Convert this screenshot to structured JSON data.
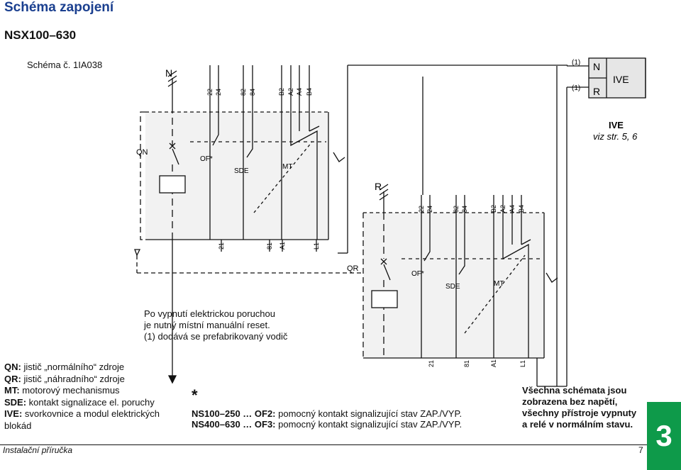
{
  "header": {
    "title": "Schéma zapojení",
    "subtitle": "NSX100–630",
    "scheme_no": "Schéma č. 1IA038"
  },
  "diagram": {
    "top_breaker": {
      "n_label": "N",
      "qn_label": "QN",
      "of_label": "OF*",
      "sde_label": "SDE",
      "mt_label": "MT",
      "top_terminals": [
        "22",
        "24",
        "82",
        "84",
        "B2",
        "A2",
        "A4",
        "B4"
      ],
      "bottom_terminals": [
        "21",
        "81",
        "A1",
        "L1"
      ]
    },
    "bottom_breaker": {
      "r_label": "R",
      "qr_label": "QR",
      "of_label": "OF*",
      "sde_label": "SDE",
      "mt_label": "MT",
      "top_terminals": [
        "22",
        "24",
        "82",
        "84",
        "B2",
        "A2",
        "A4",
        "B4"
      ],
      "bottom_terminals": [
        "21",
        "81",
        "A1",
        "L1"
      ]
    },
    "ive_box": {
      "note1": "(1)",
      "note2": "(1)",
      "n": "N",
      "r": "R",
      "label": "IVE",
      "title": "IVE",
      "ref": "viz str. 5, 6"
    }
  },
  "note": {
    "line1": "Po vypnutí elektrickou poruchou",
    "line2": "je nutný místní manuální reset.",
    "line3": "(1) dodává se prefabrikovaný vodič"
  },
  "legend": [
    {
      "key": "QN:",
      "text": " jistič „normálního“ zdroje"
    },
    {
      "key": "QR:",
      "text": " jistič „náhradního“ zdroje"
    },
    {
      "key": "MT:",
      "text": " motorový mechanismus"
    },
    {
      "key": "SDE:",
      "text": " kontakt signalizace el. poruchy"
    },
    {
      "key": "IVE:",
      "text": " svorkovnice a modul elektrických blokád"
    }
  ],
  "footnote": {
    "star": "*",
    "line1_key": "NS100–250 … OF2:",
    "line1_text": " pomocný kontakt signalizující stav ZAP./VYP.",
    "line2_key": "NS400–630 … OF3:",
    "line2_text": " pomocný kontakt signalizující stav ZAP./VYP."
  },
  "state_note": {
    "line1": "Všechna schémata jsou",
    "line2": "zobrazena bez napětí,",
    "line3": "všechny přístroje vypnuty",
    "line4": "a relé v normálním stavu."
  },
  "footer": {
    "left": "Instalační příručka",
    "page": "7",
    "tab": "3"
  }
}
